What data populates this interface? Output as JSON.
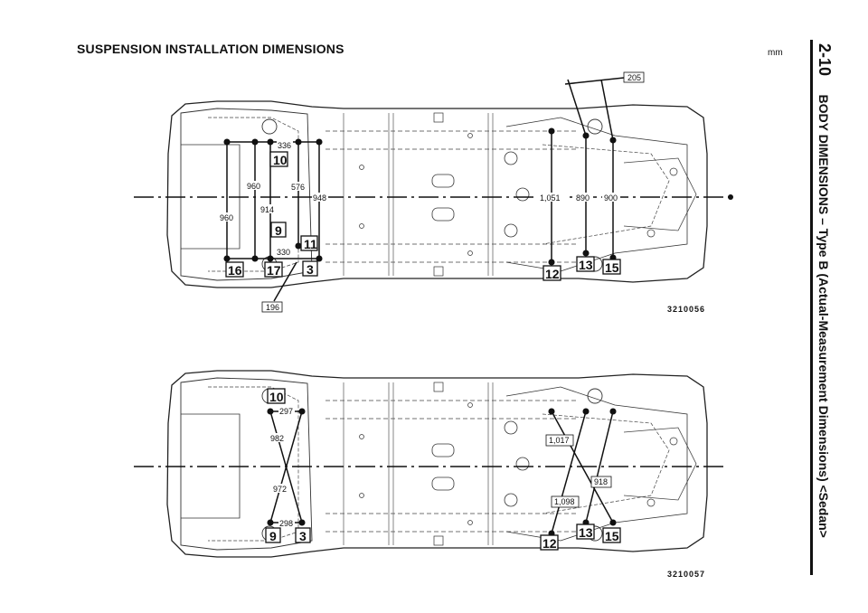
{
  "header": {
    "title": "SUSPENSION INSTALLATION DIMENSIONS",
    "unit": "mm"
  },
  "side": {
    "page_number": "2-10",
    "section_title": "BODY DIMENSIONS – Type B (Actual-Measurement Dimensions) <Sedan>"
  },
  "diagram_top": {
    "code": "3210056",
    "dimensions": [
      "336",
      "960",
      "914",
      "960",
      "576",
      "948",
      "330",
      "196",
      "1,051",
      "890",
      "900",
      "205"
    ],
    "points": [
      "10",
      "9",
      "11",
      "16",
      "17",
      "3",
      "12",
      "13",
      "15"
    ]
  },
  "diagram_bottom": {
    "code": "3210057",
    "dimensions": [
      "297",
      "982",
      "972",
      "298",
      "1,017",
      "1,098",
      "918"
    ],
    "points": [
      "10",
      "9",
      "3",
      "12",
      "13",
      "15"
    ]
  }
}
